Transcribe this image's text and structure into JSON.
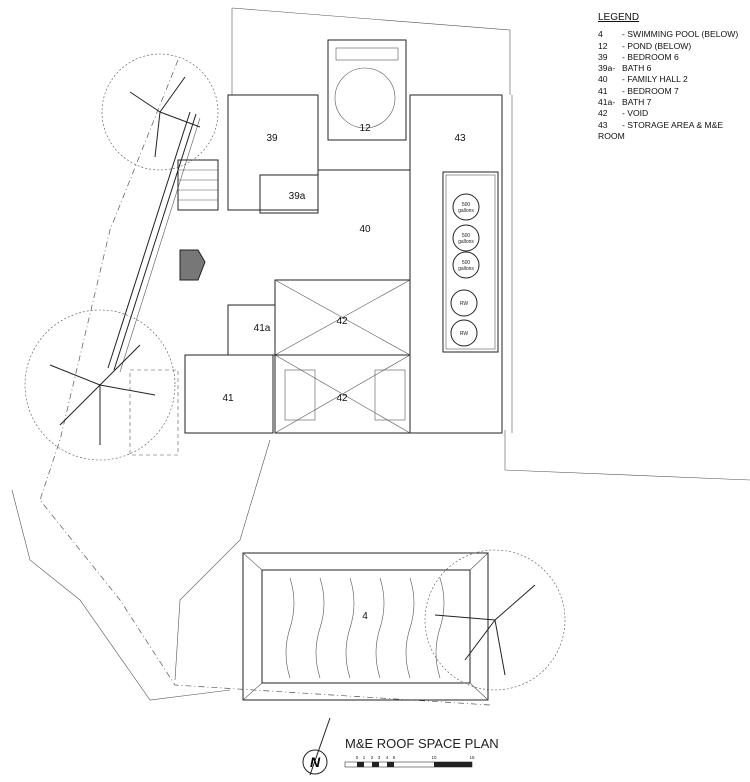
{
  "legend": {
    "title": "LEGEND",
    "items": [
      {
        "code": "4",
        "label": "- SWIMMING POOL (BELOW)"
      },
      {
        "code": "12",
        "label": "- POND (BELOW)"
      },
      {
        "code": "39",
        "label": "- BEDROOM 6"
      },
      {
        "code": "39a-",
        "label": "BATH 6"
      },
      {
        "code": "40",
        "label": "- FAMILY HALL 2"
      },
      {
        "code": "41",
        "label": "- BEDROOM 7"
      },
      {
        "code": "41a-",
        "label": "BATH 7"
      },
      {
        "code": "42",
        "label": "- VOID"
      },
      {
        "code": "43",
        "label": "- STORAGE AREA & M&E ROOM"
      }
    ]
  },
  "rooms": {
    "r4": "4",
    "r12": "12",
    "r39": "39",
    "r39a": "39a",
    "r40": "40",
    "r41": "41",
    "r41a": "41a",
    "r42a": "42",
    "r42b": "42",
    "r43": "43"
  },
  "tanks": {
    "t500_num": "500",
    "t500_unit": "gallons",
    "rw": "RW"
  },
  "title": "M&E ROOF SPACE PLAN",
  "scale": {
    "ticks": [
      "0",
      "1",
      "2",
      "3",
      "4",
      "5",
      "10",
      "15"
    ]
  },
  "north": "N"
}
